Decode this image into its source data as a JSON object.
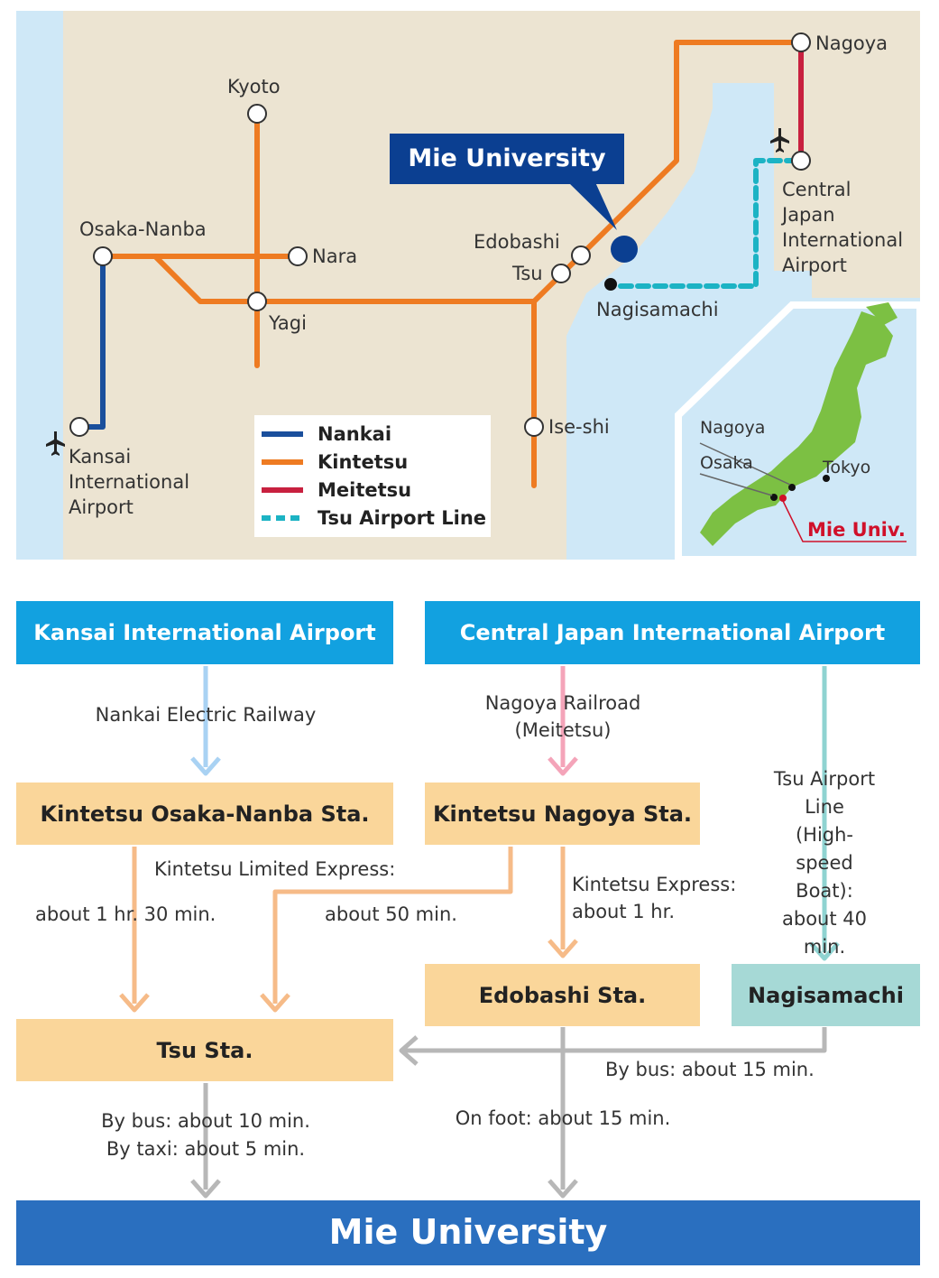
{
  "map": {
    "stations": {
      "kyoto": "Kyoto",
      "osaka_nanba": "Osaka-Nanba",
      "nara": "Nara",
      "yagi": "Yagi",
      "edobashi": "Edobashi",
      "tsu": "Tsu",
      "nagisamachi": "Nagisamachi",
      "ise_shi": "Ise-shi",
      "nagoya": "Nagoya",
      "central_airport": "Central\nJapan\nInternational\nAirport",
      "kansai_airport": "Kansai\nInternational\nAirport"
    },
    "callout": "Mie University",
    "legend": [
      {
        "label": "Nankai",
        "color": "#1a4f9c",
        "style": "solid"
      },
      {
        "label": "Kintetsu",
        "color": "#ee7b22",
        "style": "solid"
      },
      {
        "label": "Meitetsu",
        "color": "#c8203f",
        "style": "solid"
      },
      {
        "label": "Tsu Airport Line",
        "color": "#1cb3c4",
        "style": "dashed"
      }
    ],
    "inset": {
      "nagoya": "Nagoya",
      "osaka": "Osaka",
      "tokyo": "Tokyo",
      "mie": "Mie Univ."
    }
  },
  "flow": {
    "kansai_airport": "Kansai International Airport",
    "central_airport": "Central Japan International Airport",
    "nankai_railway": "Nankai Electric Railway",
    "meitetsu": "Nagoya Railroad\n(Meitetsu)",
    "tsu_airport_line": "Tsu Airport Line\n(High-speed Boat):\nabout 40 min.",
    "osaka_nanba_sta": "Kintetsu Osaka-Nanba Sta.",
    "nagoya_sta": "Kintetsu Nagoya Sta.",
    "limited_express": "Kintetsu Limited Express:",
    "time_osaka": "about 1 hr. 30 min.",
    "time_nagoya": "about 50 min.",
    "kintetsu_express": "Kintetsu Express:\nabout 1 hr.",
    "edobashi_sta": "Edobashi Sta.",
    "nagisamachi": "Nagisamachi",
    "tsu_sta": "Tsu Sta.",
    "bus_15": "By bus: about 15 min.",
    "bus_taxi": "By bus: about 10 min.\nBy taxi: about 5 min.",
    "foot": "On foot: about 15 min.",
    "mie_university": "Mie University"
  },
  "colors": {
    "land": "#ece4d2",
    "sea": "#cfe8f7",
    "kintetsu": "#ee7b22",
    "nankai": "#1a4f9c",
    "meitetsu": "#c8203f",
    "tsu_line": "#1cb3c4",
    "box_blue": "#12a1e0",
    "box_yellow": "#fad69a",
    "box_teal": "#a6d9d6",
    "banner": "#2a6fbf",
    "callout": "#0b3f91",
    "japan_green": "#7cc043"
  }
}
